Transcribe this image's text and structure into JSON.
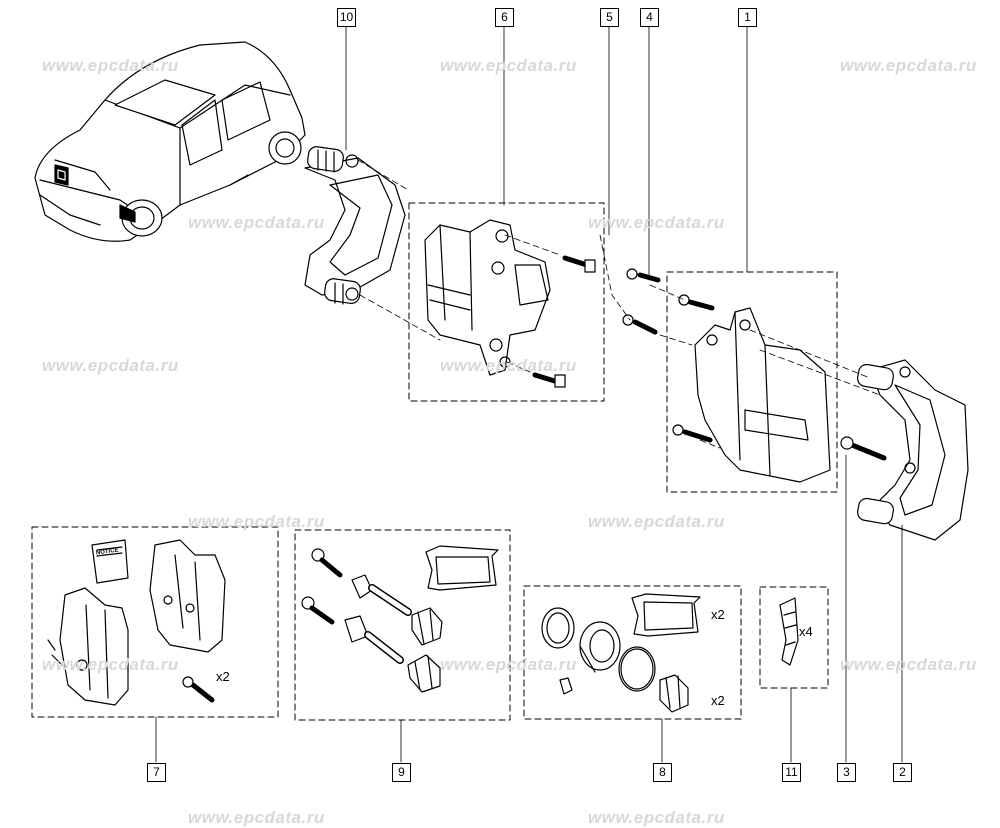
{
  "watermark": {
    "text": "www.epcdata.ru"
  },
  "callouts": {
    "part_1": "1",
    "part_2": "2",
    "part_3": "3",
    "part_4": "4",
    "part_5": "5",
    "part_6": "6",
    "part_7": "7",
    "part_8": "8",
    "part_9": "9",
    "part_10": "10",
    "part_11": "11"
  },
  "quantities": {
    "kit_7_bolts": "x2",
    "kit_8_sachet": "x2",
    "kit_8_boots": "x2",
    "kit_11_clips": "x4"
  },
  "notice_label": "NOTICE",
  "colors": {
    "line": "#000000",
    "watermark": "#d8d8d8",
    "background": "#ffffff"
  }
}
